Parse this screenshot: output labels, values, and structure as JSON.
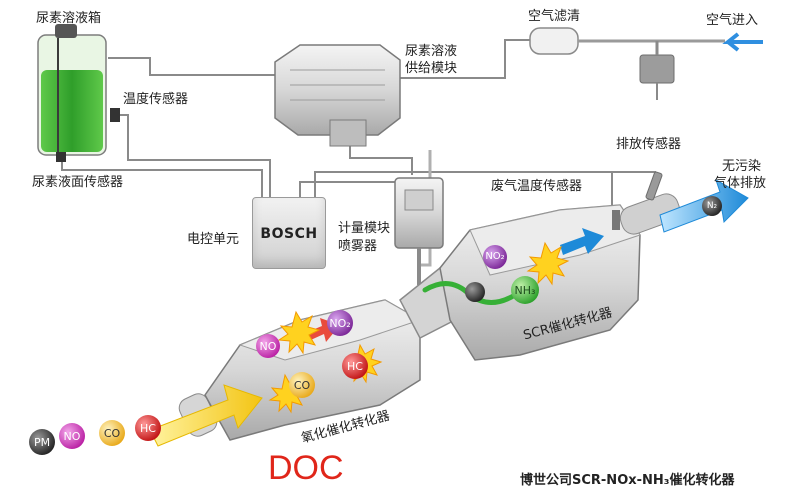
{
  "labels": {
    "urea_tank": "尿素溶液箱",
    "temperature_sensor": "温度传感器",
    "urea_level_sensor": "尿素液面传感器",
    "supply_module_line1": "尿素溶液",
    "supply_module_line2": "供给模块",
    "air_filter": "空气滤清",
    "air_inlet": "空气进入",
    "exhaust_sensor": "排放传感器",
    "clean_gas_line1": "无污染",
    "clean_gas_line2": "气体排放",
    "exhaust_temp_sensor": "废气温度传感器",
    "ecu": "电控单元",
    "dosing_module_line1": "计量模块",
    "dosing_module_line2": "喷雾器",
    "scr_catalyst": "SCR催化转化器",
    "oxidation_catalyst": "氧化催化转化器"
  },
  "bosch_brand": "BOSCH",
  "doc_label": "DOC",
  "footer_caption": "博世公司SCR-NOx-NH₃催化转化器",
  "molecules": {
    "pm": "PM",
    "no": "NO",
    "no2": "NO₂",
    "co": "CO",
    "hc": "HC",
    "nh3": "NH₃",
    "n2": "N₂"
  },
  "colors": {
    "urea_fluid": "#3cb23a",
    "pipe_blue": "#2f8fe0",
    "pm_ball": "#333333",
    "no_ball": "#d23cc0",
    "no2_ball": "#9b3bb8",
    "co_ball": "#f2c23a",
    "hc_ball": "#d82020",
    "doc_red": "#e0261a"
  }
}
